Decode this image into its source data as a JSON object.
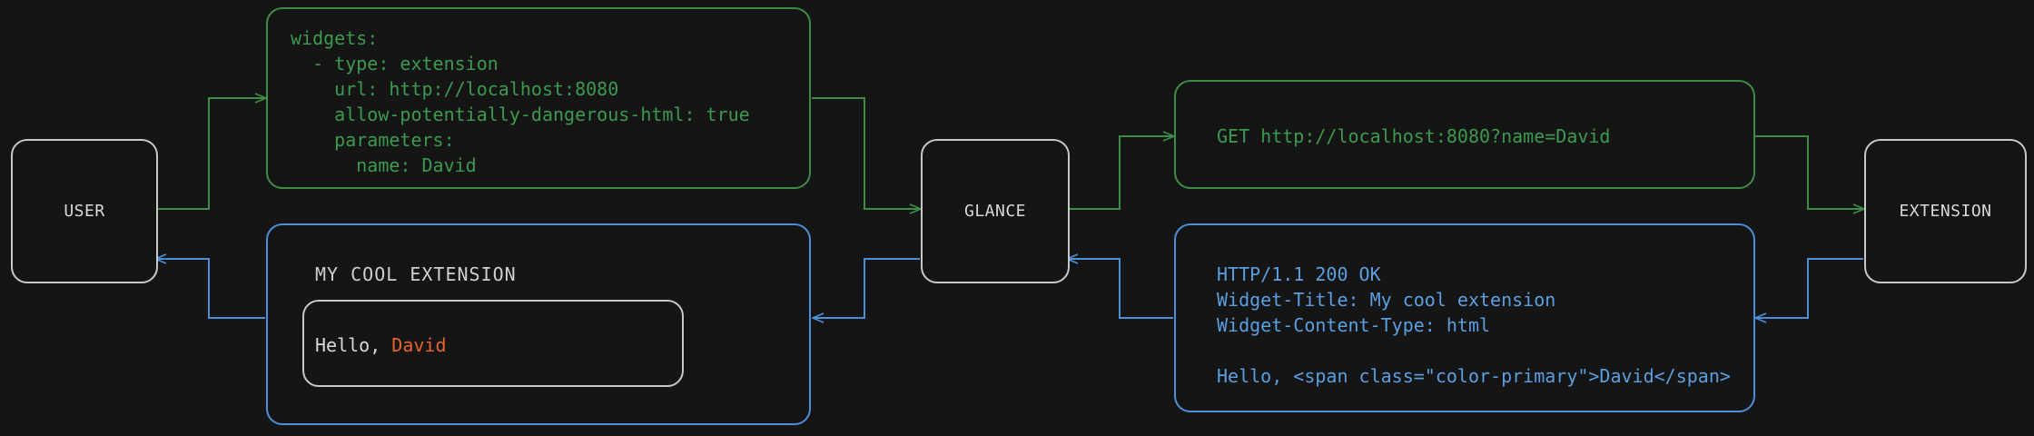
{
  "theme": {
    "background": "#151515",
    "node_border": "#c8c8c8",
    "node_text": "#d8d8d8",
    "request_green": "#3c9a4e",
    "response_blue": "#4a90d9",
    "accent_orange": "#e8642a"
  },
  "nodes": {
    "user": {
      "label": "USER"
    },
    "glance": {
      "label": "GLANCE"
    },
    "extension": {
      "label": "EXTENSION"
    }
  },
  "messages": {
    "config_yaml": {
      "color": "#3c9a4e",
      "lines": [
        "widgets:",
        "  - type: extension",
        "    url: http://localhost:8080",
        "    allow-potentially-dangerous-html: true",
        "    parameters:",
        "      name: David"
      ]
    },
    "http_request": {
      "color": "#3c9a4e",
      "lines": [
        "GET http://localhost:8080?name=David"
      ]
    },
    "http_response": {
      "color": "#4a90d9",
      "lines": [
        "HTTP/1.1 200 OK",
        "Widget-Title: My cool extension",
        "Widget-Content-Type: html",
        "",
        "Hello, <span class=\"color-primary\">David</span>"
      ]
    },
    "rendered_widget": {
      "title": "MY COOL EXTENSION",
      "body_prefix": "Hello, ",
      "body_accent": "David"
    }
  },
  "edges": [
    {
      "name": "user-to-config",
      "from": "USER",
      "to": "config_yaml",
      "color": "#3c8c46",
      "direction": "right"
    },
    {
      "name": "config-to-glance",
      "from": "config_yaml",
      "to": "GLANCE",
      "color": "#3c8c46",
      "direction": "right"
    },
    {
      "name": "glance-to-request",
      "from": "GLANCE",
      "to": "http_request",
      "color": "#3c8c46",
      "direction": "right"
    },
    {
      "name": "request-to-extension",
      "from": "http_request",
      "to": "EXTENSION",
      "color": "#3c8c46",
      "direction": "right"
    },
    {
      "name": "extension-to-response",
      "from": "EXTENSION",
      "to": "http_response",
      "color": "#4a90d9",
      "direction": "left"
    },
    {
      "name": "response-to-glance",
      "from": "http_response",
      "to": "GLANCE",
      "color": "#4a90d9",
      "direction": "left"
    },
    {
      "name": "glance-to-widget",
      "from": "GLANCE",
      "to": "rendered_widget",
      "color": "#4a90d9",
      "direction": "left"
    },
    {
      "name": "widget-to-user",
      "from": "rendered_widget",
      "to": "USER",
      "color": "#4a90d9",
      "direction": "left"
    }
  ]
}
